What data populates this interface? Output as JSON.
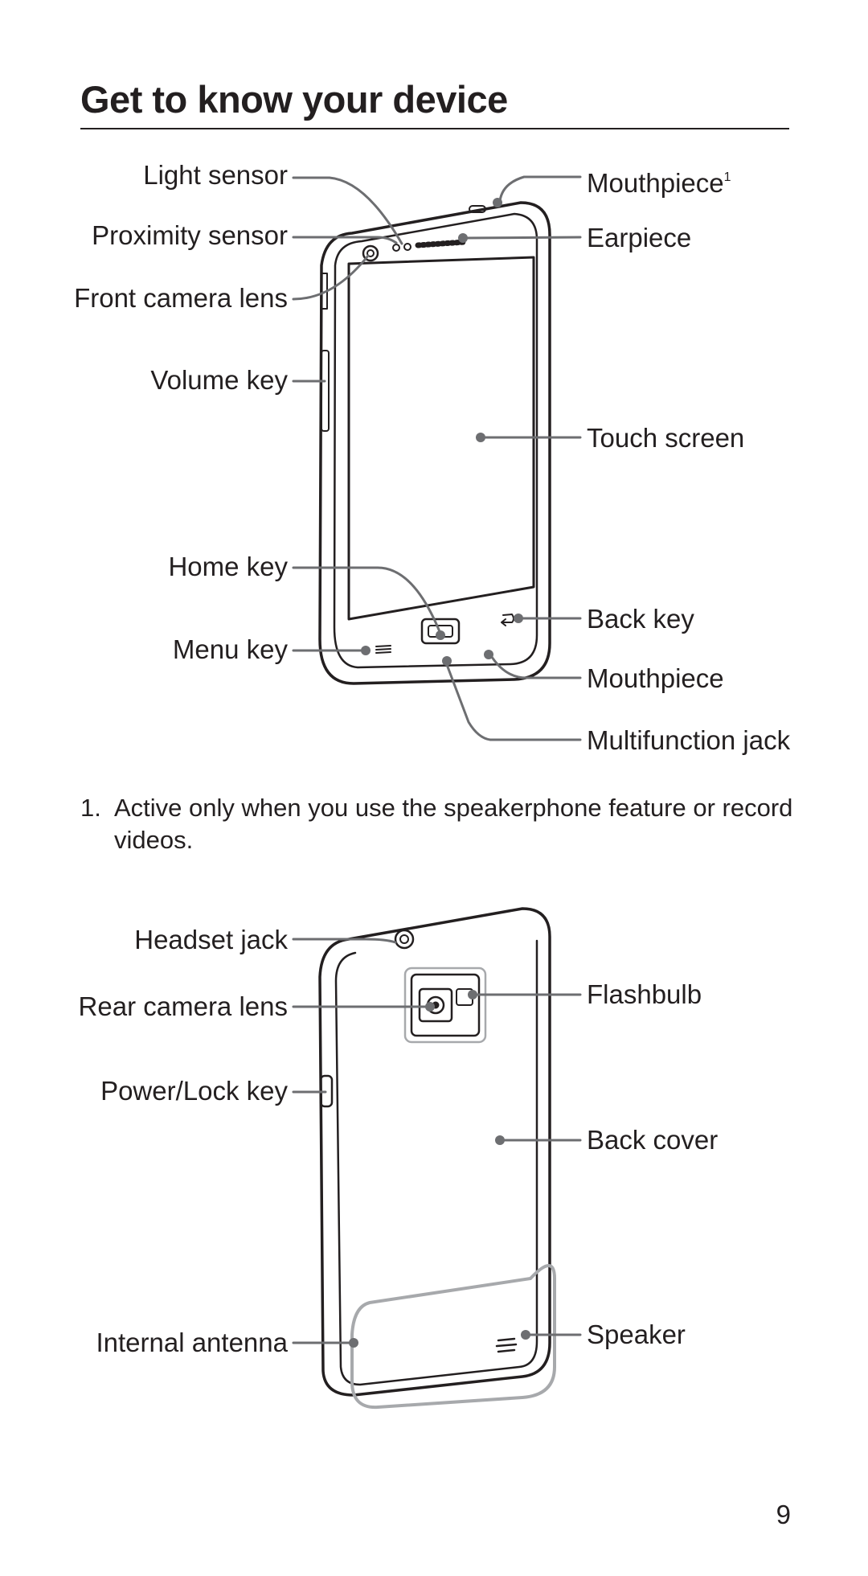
{
  "page": {
    "title": "Get to know your device",
    "page_number": "9"
  },
  "front": {
    "left_labels": {
      "light_sensor": "Light sensor",
      "proximity_sensor": "Proximity sensor",
      "front_camera_lens": "Front camera lens",
      "volume_key": "Volume key",
      "home_key": "Home key",
      "menu_key": "Menu key"
    },
    "right_labels": {
      "mouthpiece_top": "Mouthpiece",
      "mouthpiece_top_note": "1",
      "earpiece": "Earpiece",
      "touch_screen": "Touch screen",
      "back_key": "Back key",
      "mouthpiece_bottom": "Mouthpiece",
      "multifunction_jack": "Multifunction jack"
    }
  },
  "footnote": {
    "number": "1.",
    "text": "Active only when you use the speakerphone feature or record videos."
  },
  "back": {
    "left_labels": {
      "headset_jack": "Headset jack",
      "rear_camera_lens": "Rear camera lens",
      "power_lock_key": "Power/Lock key",
      "internal_antenna": "Internal antenna"
    },
    "right_labels": {
      "flashbulb": "Flashbulb",
      "back_cover": "Back cover",
      "speaker": "Speaker"
    }
  }
}
